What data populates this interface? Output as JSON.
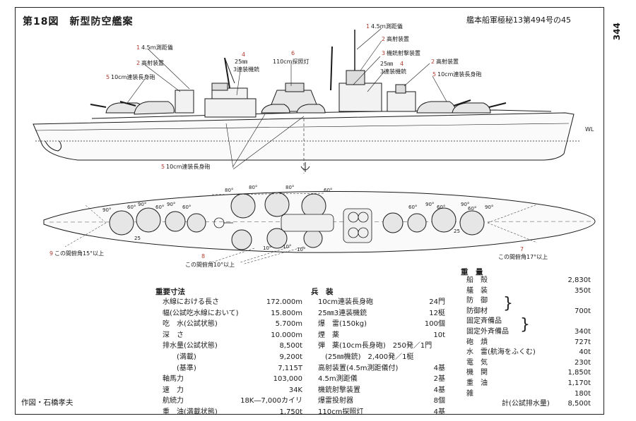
{
  "header": {
    "figure_title": "第18図　新型防空艦案",
    "document_ref": "艦本船軍極秘13第494号の45",
    "page_number": "344",
    "credit": "作図・石橋孝夫"
  },
  "profile_labels": [
    {
      "num": "1",
      "text": "4.5ｍ測距儀"
    },
    {
      "num": "2",
      "text": "高射装置"
    },
    {
      "num": "5",
      "text": "10cm連装長身砲"
    },
    {
      "num": "4",
      "text": "25㎜"
    },
    {
      "text": "3連装機銃"
    },
    {
      "num": "6",
      "text": "110cm探照灯"
    },
    {
      "num": "1",
      "text": "4.5ｍ測距儀"
    },
    {
      "num": "2",
      "text": "高射装置"
    },
    {
      "num": "3",
      "text": "機銃射撃装置"
    },
    {
      "num": "4",
      "text": "25㎜"
    },
    {
      "text": "3連装機銃"
    },
    {
      "num": "2",
      "text": "高射装置"
    },
    {
      "num": "5",
      "text": "10cm連装長身砲"
    },
    {
      "num": "5",
      "text": "10cm連装長身砲"
    },
    {
      "text": "WL"
    }
  ],
  "plan_labels": {
    "angles_top": [
      "80°",
      "80°",
      "80°",
      "60°"
    ],
    "angles_fore": [
      "90°",
      "60°",
      "90°",
      "60°",
      "90°",
      "60°",
      "25"
    ],
    "angles_aft": [
      "60°",
      "90°",
      "60°",
      "90°",
      "60°",
      "90°",
      "25"
    ],
    "angles_mid": [
      "10°",
      "10°",
      "10°"
    ],
    "note_9": {
      "num": "9",
      "text": "この間俯角15°以上"
    },
    "note_8": {
      "num": "8",
      "text": "この間俯角10°以上"
    },
    "note_7": {
      "num": "7",
      "text": "この間俯角17°以上"
    }
  },
  "dimensions": {
    "heading": "重要寸法",
    "rows": [
      {
        "label": "水線における長さ",
        "value": "172.000m"
      },
      {
        "label": "幅(公試吃水線において)",
        "value": "15.800m"
      },
      {
        "label": "吃　水(公試状態)",
        "value": "5.700m"
      },
      {
        "label": "深　さ",
        "value": "10.000m"
      },
      {
        "label": "排水量(公試状態)",
        "value": "8,500t"
      },
      {
        "label": "　　(満載)",
        "value": "9,200t"
      },
      {
        "label": "　　(基準)",
        "value": "7,115T"
      },
      {
        "label": "軸馬力",
        "value": "103,000"
      },
      {
        "label": "速　力",
        "value": "34K"
      },
      {
        "label": "航続力",
        "value": "18K―7,000カイリ"
      },
      {
        "label": "重　油(満載状態)",
        "value": "1,750t"
      }
    ]
  },
  "armament": {
    "heading": "兵　装",
    "rows": [
      {
        "label": "10cm連装長身砲",
        "value": "24門"
      },
      {
        "label": "25㎜3連装機銃",
        "value": "12梃"
      },
      {
        "label": "爆　雷(150kg)",
        "value": "100個"
      },
      {
        "label": "煙　薬",
        "value": "10t"
      },
      {
        "label": "弾　薬(10cm長身砲)　250発／1門",
        "value": ""
      },
      {
        "label": "　(25㎜機銃)　2,400発／1梃",
        "value": ""
      },
      {
        "label": "高射装置(4.5m測距儀付)",
        "value": "4基"
      },
      {
        "label": "4.5m測距儀",
        "value": "2基"
      },
      {
        "label": "機銃射撃装置",
        "value": "4基"
      },
      {
        "label": "爆雷投射器",
        "value": "8個"
      },
      {
        "label": "110cm探照灯",
        "value": "4基"
      }
    ]
  },
  "weights": {
    "heading": "重　量",
    "rows": [
      {
        "label": "船　殻",
        "value": "2,830t"
      },
      {
        "label": "艤　装",
        "value": "350t"
      },
      {
        "label": "防　御",
        "value": ""
      },
      {
        "label": "防御材",
        "value": "700t"
      },
      {
        "label": "固定斉備品",
        "value": ""
      },
      {
        "label": "固定外斉備品",
        "value": "340t"
      },
      {
        "label": "砲　熕",
        "value": "727t"
      },
      {
        "label": "水　雷(航海をふくむ)",
        "value": "40t"
      },
      {
        "label": "電　気",
        "value": "230t"
      },
      {
        "label": "機　関",
        "value": "1,850t"
      },
      {
        "label": "重　油",
        "value": "1,170t"
      },
      {
        "label": "雑",
        "value": "180t"
      },
      {
        "label": "計(公試排水量)",
        "value": "8,500t"
      }
    ]
  }
}
